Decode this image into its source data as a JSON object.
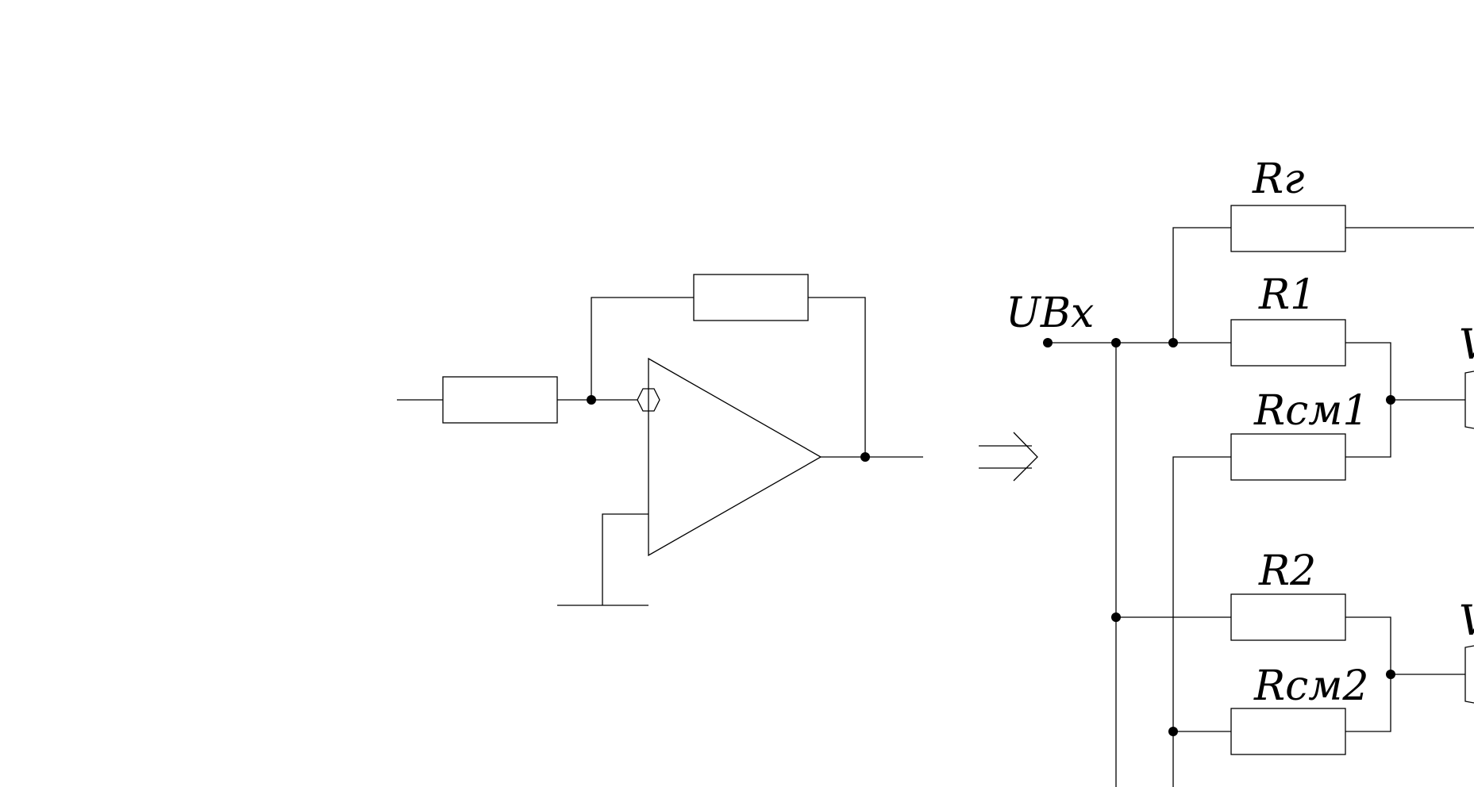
{
  "labels": {
    "rg": "Rг",
    "r1": "R1",
    "rcm1": "Rсм1",
    "r2": "R2",
    "rcm2": "Rсм2",
    "uin": "UВх",
    "out_top_partial": "V",
    "out_bottom_partial": "V"
  },
  "icons": {
    "arrow": "implies-arrow",
    "ground": "ground-symbol",
    "opamp": "opamp-triangle"
  }
}
